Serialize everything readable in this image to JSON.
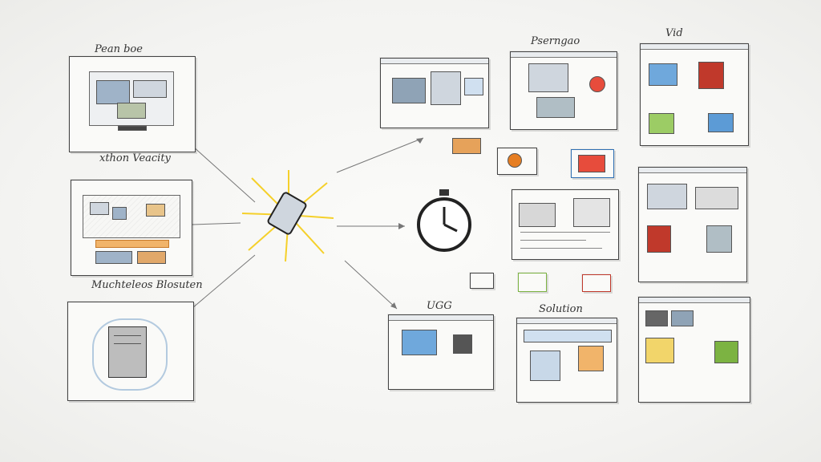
{
  "labels": {
    "top_left": "Pean boe",
    "mid_left": "xthon Veacity",
    "lower_left": "Muchteleos Blosuten",
    "top_center": "Pserngao",
    "top_right": "Vid",
    "bottom_center_left": "UGG",
    "bottom_center": "Solution"
  },
  "colors": {
    "ink": "#2a2a2a",
    "spark": "#f5d02a",
    "accent_blue": "#2f6fb3",
    "accent_red": "#c0392b",
    "accent_orange": "#e67e22",
    "accent_green": "#7cb342"
  },
  "icons": [
    "monitor-icon",
    "tablet-icon",
    "stopwatch-icon",
    "server-tower-icon",
    "spark-burst-icon"
  ]
}
